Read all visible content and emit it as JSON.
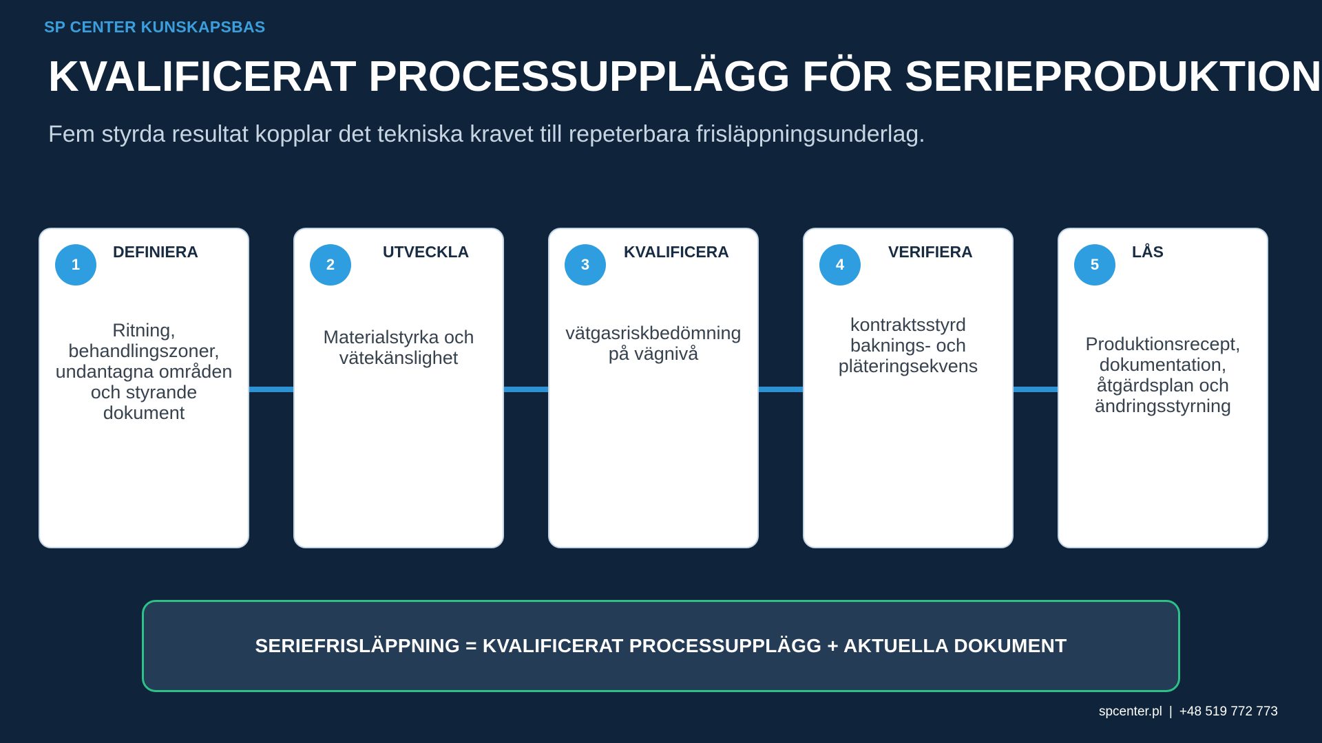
{
  "header": {
    "kicker": "SP CENTER KUNSKAPSBAS",
    "title": "KVALIFICERAT PROCESSUPPLÄGG FÖR SERIEPRODUKTION",
    "subtitle": "Fem styrda resultat kopplar det tekniska kravet till repeterbara frisläppningsunderlag."
  },
  "colors": {
    "background": "#0f243a",
    "accent": "#2f9ee0",
    "card": "#ffffff",
    "formula_border": "#2fc08a"
  },
  "steps": [
    {
      "number": "1",
      "title": "DEFINIERA",
      "description": "Ritning,\nbehandlingszoner,\nundantagna områden\noch styrande\ndokument"
    },
    {
      "number": "2",
      "title": "UTVECKLA",
      "description": "Materialstyrka och\nvätekänslighet"
    },
    {
      "number": "3",
      "title": "KVALIFICERA",
      "description": "vätgasriskbedömning\npå vägnivå"
    },
    {
      "number": "4",
      "title": "VERIFIERA",
      "description": "kontraktsstyrd\nbaknings- och\npläteringsekvens"
    },
    {
      "number": "5",
      "title": "LÅS",
      "description": "Produktionsrecept,\ndokumentation,\nåtgärdsplan och\nändringsstyrning"
    }
  ],
  "formula": {
    "text": "SERIEFRISLÄPPNING = KVALIFICERAT PROCESSUPPLÄGG + AKTUELLA DOKUMENT"
  },
  "footer": {
    "website": "spcenter.pl",
    "separator": "|",
    "phone": "+48 519 772 773"
  }
}
